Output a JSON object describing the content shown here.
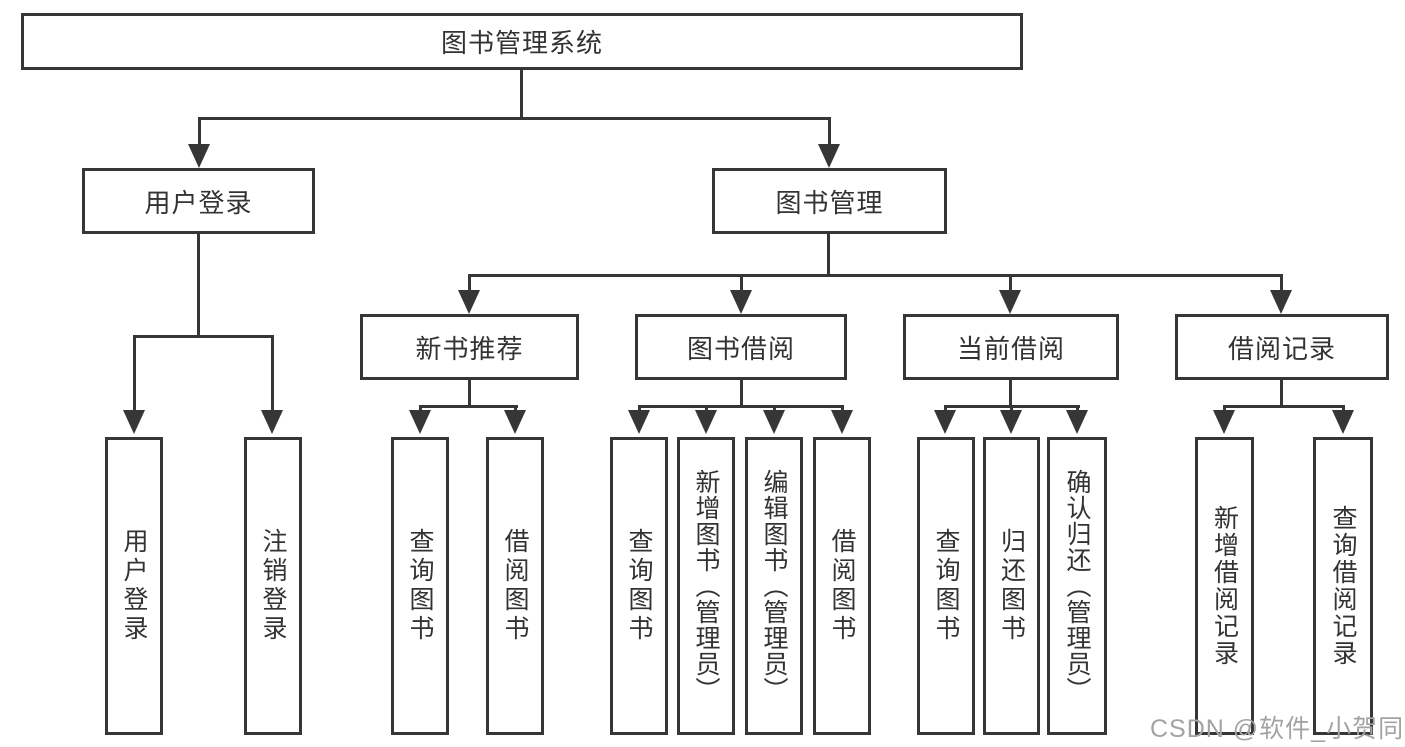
{
  "diagram": {
    "root": {
      "label": "图书管理系统"
    },
    "level2": {
      "user_login_branch": {
        "label": "用户登录"
      },
      "book_mgmt": {
        "label": "图书管理"
      }
    },
    "user_login_children": {
      "login": {
        "label": "用户登录"
      },
      "logout": {
        "label": "注销登录"
      }
    },
    "level3": {
      "new_book_rec": {
        "label": "新书推荐"
      },
      "book_borrow": {
        "label": "图书借阅"
      },
      "current_borrow": {
        "label": "当前借阅"
      },
      "borrow_records": {
        "label": "借阅记录"
      }
    },
    "new_book_rec_children": {
      "query_books": {
        "label": "查询图书"
      },
      "borrow_books": {
        "label": "借阅图书"
      }
    },
    "book_borrow_children": {
      "query_books": {
        "label": "查询图书"
      },
      "add_books": {
        "label": "新增图书（管理员）"
      },
      "edit_books": {
        "label": "编辑图书（管理员）"
      },
      "borrow_books": {
        "label": "借阅图书"
      }
    },
    "current_borrow_children": {
      "query_books": {
        "label": "查询图书"
      },
      "return_books": {
        "label": "归还图书"
      },
      "confirm_return": {
        "label": "确认归还（管理员）"
      }
    },
    "borrow_records_children": {
      "add_record": {
        "label": "新增借阅记录"
      },
      "query_record": {
        "label": "查询借阅记录"
      }
    },
    "watermark": "CSDN @软件_小贺同学",
    "colors": {
      "line": "#363636",
      "text": "#333333",
      "background": "#ffffff",
      "watermark": "#a3a3a3"
    }
  }
}
